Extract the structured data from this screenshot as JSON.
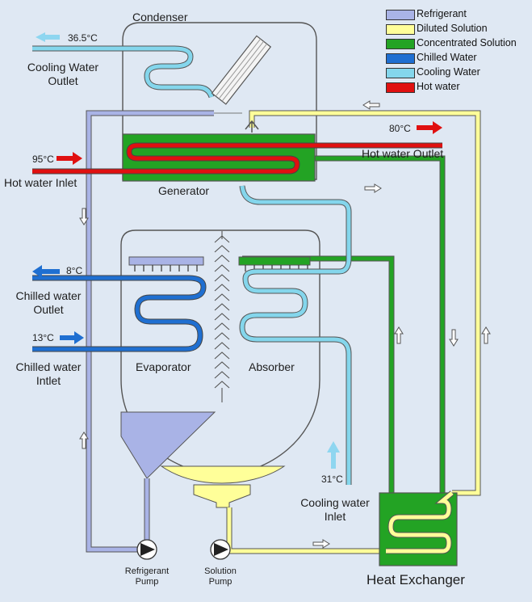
{
  "legend": [
    {
      "label": "Refrigerant",
      "color": "#a9b3e6"
    },
    {
      "label": "Diluted Solution",
      "color": "#ffff99"
    },
    {
      "label": "Concentrated  Solution",
      "color": "#23a324"
    },
    {
      "label": "Chilled Water",
      "color": "#1f6fd1"
    },
    {
      "label": "Cooling Water",
      "color": "#84d6ec"
    },
    {
      "label": "Hot water",
      "color": "#e01010"
    }
  ],
  "components": {
    "condenser": "Condenser",
    "generator": "Generator",
    "evaporator": "Evaporator",
    "absorber": "Absorber",
    "heat_exchanger": "Heat Exchanger",
    "refrigerant_pump": [
      "Refrigerant",
      "Pump"
    ],
    "solution_pump": [
      "Solution",
      "Pump"
    ]
  },
  "ports": {
    "cooling_water_outlet": {
      "temp": "36.5°C",
      "label": [
        "Cooling Water",
        "Outlet"
      ]
    },
    "hot_water_outlet": {
      "temp": "80°C",
      "label": "Hot water Outlet"
    },
    "hot_water_inlet": {
      "temp": "95°C",
      "label": "Hot water Inlet"
    },
    "chilled_water_outlet": {
      "temp": "8°C",
      "label": [
        "Chilled water",
        "Outlet"
      ]
    },
    "chilled_water_inlet": {
      "temp": "13°C",
      "label": [
        "Chilled water",
        "Intlet"
      ]
    },
    "cooling_water_inlet": {
      "temp": "31°C",
      "label": [
        "Cooling water",
        "Inlet"
      ]
    }
  }
}
